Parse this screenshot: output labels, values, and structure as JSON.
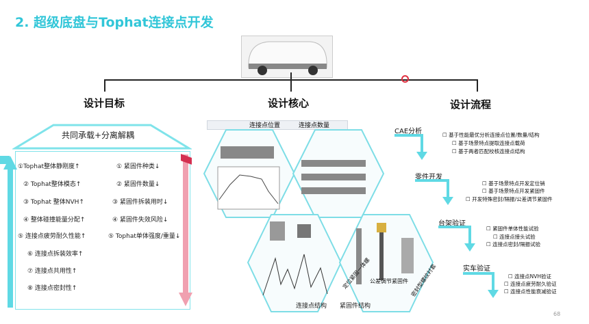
{
  "title": "2. 超级底盘与Tophat连接点开发",
  "sections": {
    "goal": "设计目标",
    "core": "设计核心",
    "flow": "设计流程"
  },
  "goal_banner": "共同承载+分离解耦",
  "goal_left": [
    "①Tophat整体静刚度↑",
    "② Tophat整体模态↑",
    "③ Tophat 整体NVH↑",
    "④ 整体碰撞能量分配↑",
    "⑤ 连接点疲劳耐久性能↑",
    "⑥ 连接点拆装效率↑",
    "⑦ 连接点共用性↑",
    "⑧ 连接点密封性↑"
  ],
  "goal_right": [
    "① 紧固件种类↓",
    "② 紧固件数量↓",
    "③ 紧固件拆装用时↓",
    "④ 紧固件失效风险↓",
    "⑤ Tophat单体强度/重量↓"
  ],
  "core_tabs": [
    "连接点位置",
    "连接点数量"
  ],
  "core_bottom": [
    "连接点结构",
    "紧固件结构"
  ],
  "core_img_labels": [
    "定位紧固一体螺",
    "公差调节紧固件",
    "密封型螺纹衬套"
  ],
  "flow_steps": [
    {
      "label": "CAE分析",
      "items": [
        "基于性能最优分析连接点位置/数量/结构",
        "基于场景特点提取连接点载荷",
        "基于两者匹配校核连接点结构"
      ]
    },
    {
      "label": "零件开发",
      "items": [
        "基于场景特点开发定位销",
        "基于场景特点开发紧固件",
        "开发特殊密封/隔振/公差调节紧固件"
      ]
    },
    {
      "label": "台架验证",
      "items": [
        "紧固件单体性能试验",
        "连接点接头试验",
        "连接点密封/隔振试验"
      ]
    },
    {
      "label": "实车验证",
      "items": [
        "连接点NVH验证",
        "连接点疲劳耐久验证",
        "连接点性能衰减验证"
      ]
    }
  ],
  "page_number": "68",
  "colors": {
    "accent": "#31c6d8",
    "roof": "#7fe3ea",
    "arrow_up": "#5fd9e4",
    "arrow_down": "#f0a0b0"
  }
}
